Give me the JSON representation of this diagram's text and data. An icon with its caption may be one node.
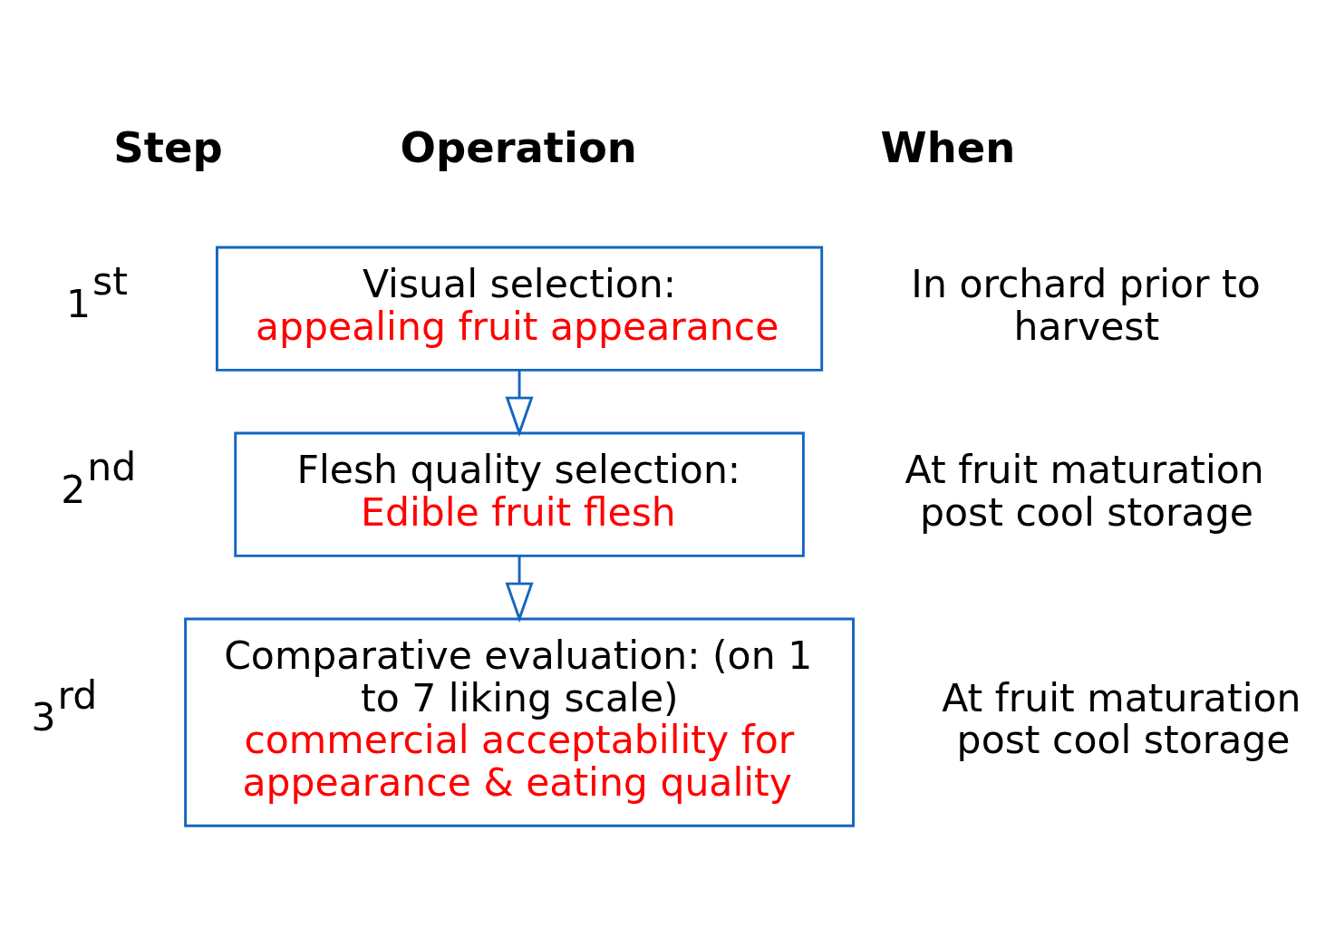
{
  "diagram": {
    "nodes": [
      {
        "text": [
          "Visual selection:",
          "appealing fruit appearance"
        ],
        "beside": [
          "1$^{st}$",
          "In orchard prior to harvest"
        ]
      },
      {
        "text": [
          "Flesh quality selection:",
          "Edible fruit flesh"
        ],
        "beside": [
          "2$^{nd}$",
          "At fruit maturation post cool storage"
        ]
      },
      {
        "text": [
          "Comparative evaluation: (on 1 to 7 liking scale)",
          "commercial acceptability for appearance & eating quality"
        ],
        "beside": [
          "3$^{rd}$",
          "At fruit maturation post cool storage"
        ]
      }
    ],
    "edges": [
      {
        "from": 0,
        "to": 1,
        "arrow": "to"
      },
      {
        "from": 1,
        "to": 2,
        "arrow": "to"
      }
    ],
    "labels": [
      "Step",
      "Operation",
      "When"
    ]
  }
}
